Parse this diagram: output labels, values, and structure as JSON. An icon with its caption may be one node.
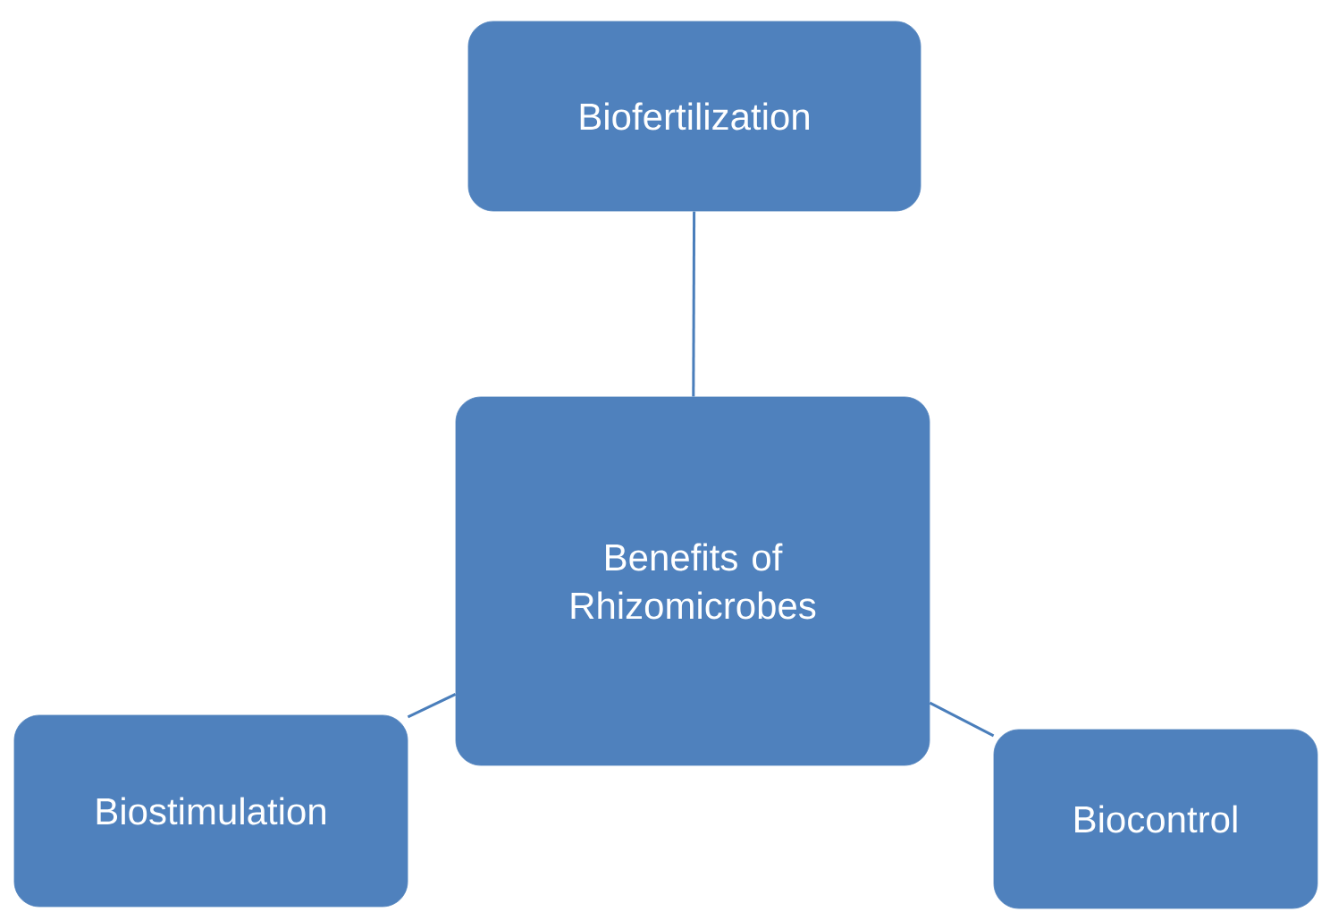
{
  "diagram": {
    "nodes": [
      {
        "text": [
          "Benefits of Rhizomicrobes"
        ]
      },
      {
        "text": [
          "Biofertilization"
        ]
      },
      {
        "text": [
          "Biostimulation"
        ]
      },
      {
        "text": [
          "Biocontrol"
        ]
      }
    ],
    "edges": [
      {
        "from": 1,
        "to": 0,
        "arrow": "none"
      },
      {
        "from": 0,
        "to": 2,
        "arrow": "none"
      },
      {
        "from": 0,
        "to": 3,
        "arrow": "none"
      }
    ]
  }
}
